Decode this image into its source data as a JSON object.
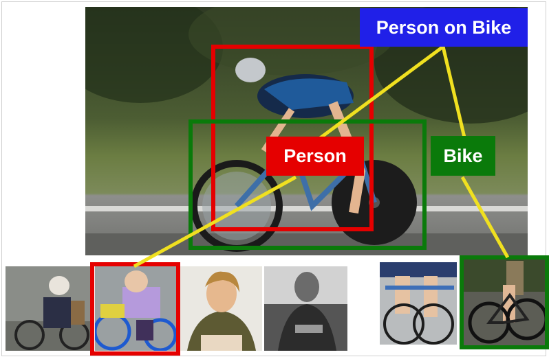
{
  "labels": {
    "person_on_bike": "Person on Bike",
    "person": "Person",
    "bike": "Bike"
  },
  "colors": {
    "person_on_bike_box": "#2020e8",
    "person_box": "#e50000",
    "bike_box": "#0a7a0a",
    "connector": "#f0e020"
  },
  "images": {
    "main": "cyclist-on-time-trial-bike",
    "person_examples": [
      "woman-on-bicycle-winter",
      "child-on-bicycle",
      "woman-with-phone",
      "man-sitting-smiling"
    ],
    "bike_examples": [
      "legs-on-bicycle",
      "bicycle-wheel-closeup"
    ]
  }
}
